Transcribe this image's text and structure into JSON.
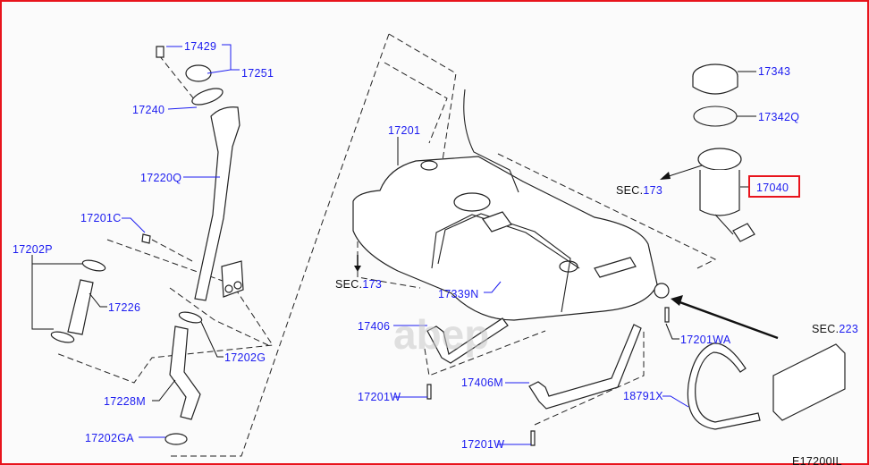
{
  "diagram": {
    "labels": {
      "p17429": "17429",
      "p17251": "17251",
      "p17240": "17240",
      "p17220q": "17220Q",
      "p17201c": "17201C",
      "p17202p": "17202P",
      "p17226": "17226",
      "p17202g": "17202G",
      "p17228m": "17228M",
      "p17202ga": "17202GA",
      "p17201": "17201",
      "p17339n": "17339N",
      "p17343": "17343",
      "p17342q": "17342Q",
      "p17040": "17040",
      "p17406": "17406",
      "p17201wa": "17201WA",
      "p17406m": "17406M",
      "p18791x": "18791X",
      "p17201w_a": "17201W",
      "p17201w_b": "17201W"
    },
    "sections": {
      "sec_prefix": "SEC.",
      "sec173_left": "173",
      "sec173_right": "173",
      "sec223": "223"
    },
    "figure_code": "E17200IL",
    "highlighted_part": "17040",
    "watermark": "abep",
    "colors": {
      "label": "#1c1cf0",
      "highlight": "#e8141c",
      "line": "#222222"
    }
  }
}
